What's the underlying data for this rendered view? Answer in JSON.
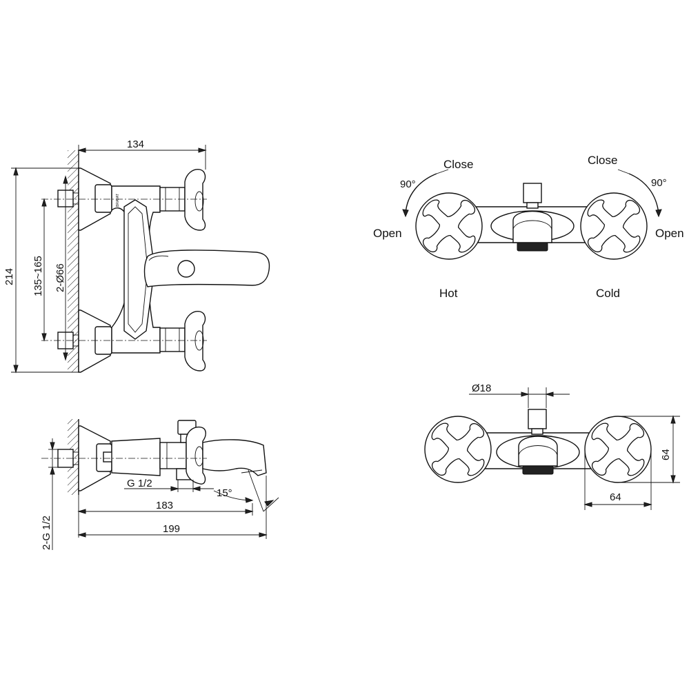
{
  "dimensions": {
    "width_top": "134",
    "height_total": "214",
    "spacing": "135~165",
    "flange": "2-Ø66",
    "thread_inlet": "2-G 1/2",
    "thread_outlet": "G 1/2",
    "angle": "15°",
    "length_183": "183",
    "length_199": "199",
    "spout_dia": "Ø18",
    "flange_h": "64",
    "flange_w": "64"
  },
  "labels": {
    "brand": "BRAVAT",
    "close_left": "Close",
    "close_right": "Close",
    "rotation_left": "90°",
    "rotation_right": "90°",
    "open_left": "Open",
    "open_right": "Open",
    "hot": "Hot",
    "cold": "Cold"
  }
}
